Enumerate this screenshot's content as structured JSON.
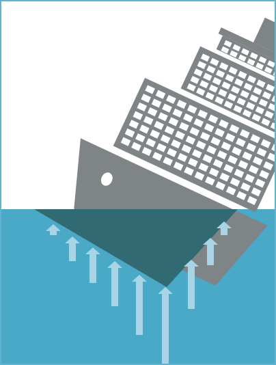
{
  "illustration": {
    "subject": "sinking-ship",
    "colors": {
      "sky": "#ffffff",
      "water": "#4aa9c7",
      "ship": "#7f8487",
      "hull_submerged": "#326a74",
      "arrows": "#a9d4e6",
      "windows": "#ffffff",
      "border": "#5fb3d1"
    },
    "buoyancy_arrow_count": 9,
    "ship_tilt_degrees": 25
  }
}
